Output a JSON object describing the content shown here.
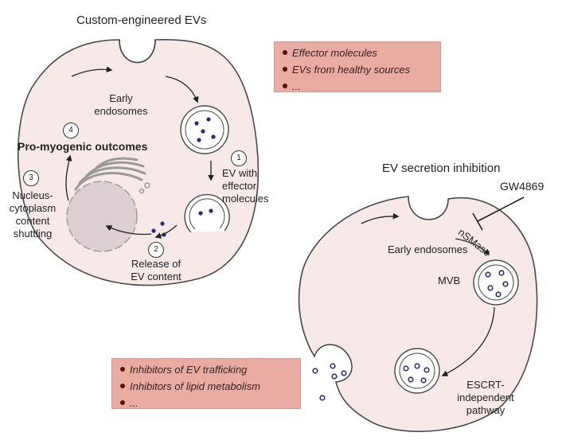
{
  "left_panel": {
    "title": "Custom-engineered EVs",
    "early_endosomes": [
      "Early",
      "endosomes"
    ],
    "outcome": "Pro-myogenic outcomes",
    "step1": {
      "num": "1",
      "lines": [
        "EV with",
        "effector",
        "molecules"
      ]
    },
    "step2": {
      "num": "2",
      "lines": [
        "Release of",
        "EV content"
      ]
    },
    "step3": {
      "num": "3",
      "lines": [
        "Nucleus-",
        "cytoplasm",
        "content",
        "shuttling"
      ]
    },
    "step4": {
      "num": "4"
    },
    "box_items": [
      "Effector molecules",
      "EVs from healthy sources",
      "..."
    ]
  },
  "right_panel": {
    "title": "EV secretion inhibition",
    "drug": "GW4869",
    "enzyme": "nSMase",
    "early_endosomes": "Early endosomes",
    "mvb": "MVB",
    "pathway_lines": [
      "ESCRT-",
      "independent",
      "pathway"
    ],
    "box_items": [
      "Inhibitors of EV trafficking",
      "Inhibitors of lipid metabolism",
      "..."
    ]
  },
  "colors": {
    "cell_fill": "#f8e9e9",
    "cell_stroke": "#4a4a4a",
    "box_fill": "#e8aca3",
    "ev_dot": "#2b2b7a"
  }
}
